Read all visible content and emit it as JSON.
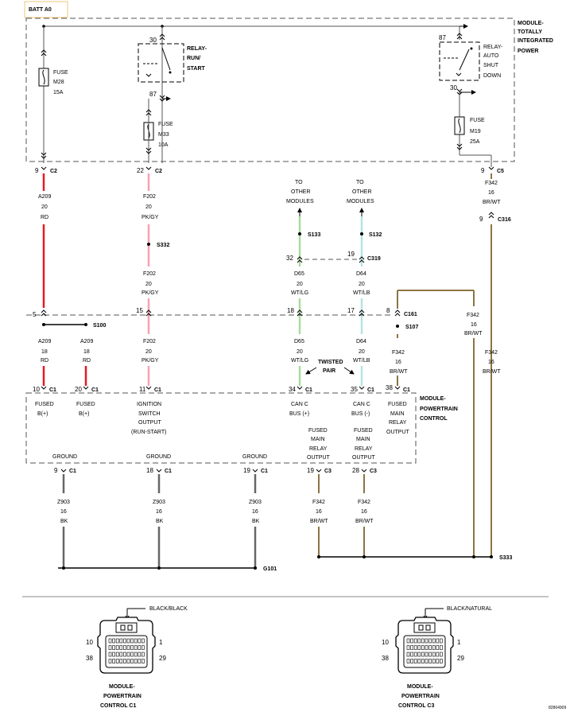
{
  "batt": "BATT A0",
  "tipm": {
    "title": [
      "MODULE-",
      "TOTALLY",
      "INTEGRATED",
      "POWER"
    ],
    "relay_run": {
      "label": [
        "RELAY-",
        "RUN/",
        "START"
      ],
      "pin_in": "30",
      "pin_out": "87"
    },
    "relay_asd": {
      "label": [
        "RELAY-",
        "AUTO",
        "SHUT",
        "DOWN"
      ],
      "pin_in": "87",
      "pin_out": "30"
    },
    "fuse_m28": [
      "FUSE",
      "M28",
      "15A"
    ],
    "fuse_m33": [
      "FUSE",
      "M33",
      "10A"
    ],
    "fuse_m19": [
      "FUSE",
      "M19",
      "25A"
    ]
  },
  "c2_pin9": "9",
  "c2_pin22": "22",
  "c2_label": "C2",
  "c5_pin": "9",
  "c5_label": "C5",
  "w_a209_top": [
    "A209",
    "20",
    "RD"
  ],
  "w_f202_top": [
    "F202",
    "20",
    "PK/GY"
  ],
  "w_f202_mid": [
    "F202",
    "20",
    "PK/GY"
  ],
  "w_f202_bot": [
    "F202",
    "20",
    "PK/GY"
  ],
  "w_f342_top": [
    "F342",
    "16",
    "BR/WT"
  ],
  "w_f342_right": [
    "F342",
    "16",
    "BR/WT"
  ],
  "w_f342_mid": [
    "F342",
    "16",
    "BR/WT"
  ],
  "w_f342_c161": [
    "F342",
    "16",
    "BR/WT"
  ],
  "w_d65_top": [
    "D65",
    "20",
    "WT/LG"
  ],
  "w_d65_bot": [
    "D65",
    "20",
    "WT/LG"
  ],
  "w_d64_top": [
    "D64",
    "20",
    "WT/LB"
  ],
  "w_d64_bot": [
    "D64",
    "20",
    "WT/LB"
  ],
  "w_a209_l": [
    "A209",
    "18",
    "RD"
  ],
  "w_a209_r": [
    "A209",
    "18",
    "RD"
  ],
  "to_other_1": [
    "TO",
    "OTHER",
    "MODULES"
  ],
  "to_other_2": [
    "TO",
    "OTHER",
    "MODULES"
  ],
  "splices": {
    "s332": "S332",
    "s133": "S133",
    "s132": "S132",
    "s100": "S100",
    "s107": "S107",
    "s333": "S333"
  },
  "c316": {
    "pin": "9",
    "label": "C316"
  },
  "c319": {
    "pin": "19",
    "label": "C319"
  },
  "c319_left_pin": "32",
  "c161": {
    "label": "C161",
    "pins": [
      "5",
      "15",
      "18",
      "17",
      "8"
    ]
  },
  "twisted_pair": [
    "TWISTED",
    "PAIR"
  ],
  "pcm": {
    "title": [
      "MODULE-",
      "POWERTRAIN",
      "CONTROL"
    ],
    "c1_label": "C1",
    "pins_top": [
      "10",
      "20",
      "11",
      "34",
      "35",
      "38"
    ],
    "f1": [
      "FUSED",
      "B(+)"
    ],
    "f2": [
      "FUSED",
      "B(+)"
    ],
    "ign": [
      "IGNITION",
      "SWITCH",
      "OUTPUT",
      "(RUN-START)"
    ],
    "canp": [
      "CAN C",
      "BUS (+)"
    ],
    "canm": [
      "CAN C",
      "BUS (-)"
    ],
    "fmro1": [
      "FUSED",
      "MAIN",
      "RELAY",
      "OUTPUT"
    ],
    "fmro2": [
      "FUSED",
      "MAIN",
      "RELAY",
      "OUTPUT"
    ],
    "fmro3": [
      "FUSED",
      "MAIN",
      "RELAY",
      "OUTPUT"
    ],
    "ground": "GROUND",
    "pins_bot": [
      "9",
      "18",
      "19",
      "19",
      "28"
    ],
    "c3_label": "C3"
  },
  "w_z903_1": [
    "Z903",
    "16",
    "BK"
  ],
  "w_z903_2": [
    "Z903",
    "16",
    "BK"
  ],
  "w_z903_3": [
    "Z903",
    "16",
    "BK"
  ],
  "w_f342_b1": [
    "F342",
    "16",
    "BR/WT"
  ],
  "w_f342_b2": [
    "F342",
    "16",
    "BR/WT"
  ],
  "g101": "G101",
  "conn1": {
    "label": "BLACK/BLACK",
    "title": [
      "MODULE-",
      "POWERTRAIN",
      "CONTROL C1"
    ],
    "pins": [
      "10",
      "1",
      "38",
      "29"
    ]
  },
  "conn3": {
    "label": "BLACK/NATURAL",
    "title": [
      "MODULE-",
      "POWERTRAIN",
      "CONTROL C3"
    ],
    "pins": [
      "10",
      "1",
      "38",
      "29"
    ]
  },
  "figure_id": "82864909",
  "colors": {
    "red": "#e31b23",
    "pink": "#f4a3b4",
    "green": "#a9dc9a",
    "lightblue": "#b5e3e6",
    "brown": "#8d7443",
    "black": "#666666"
  }
}
